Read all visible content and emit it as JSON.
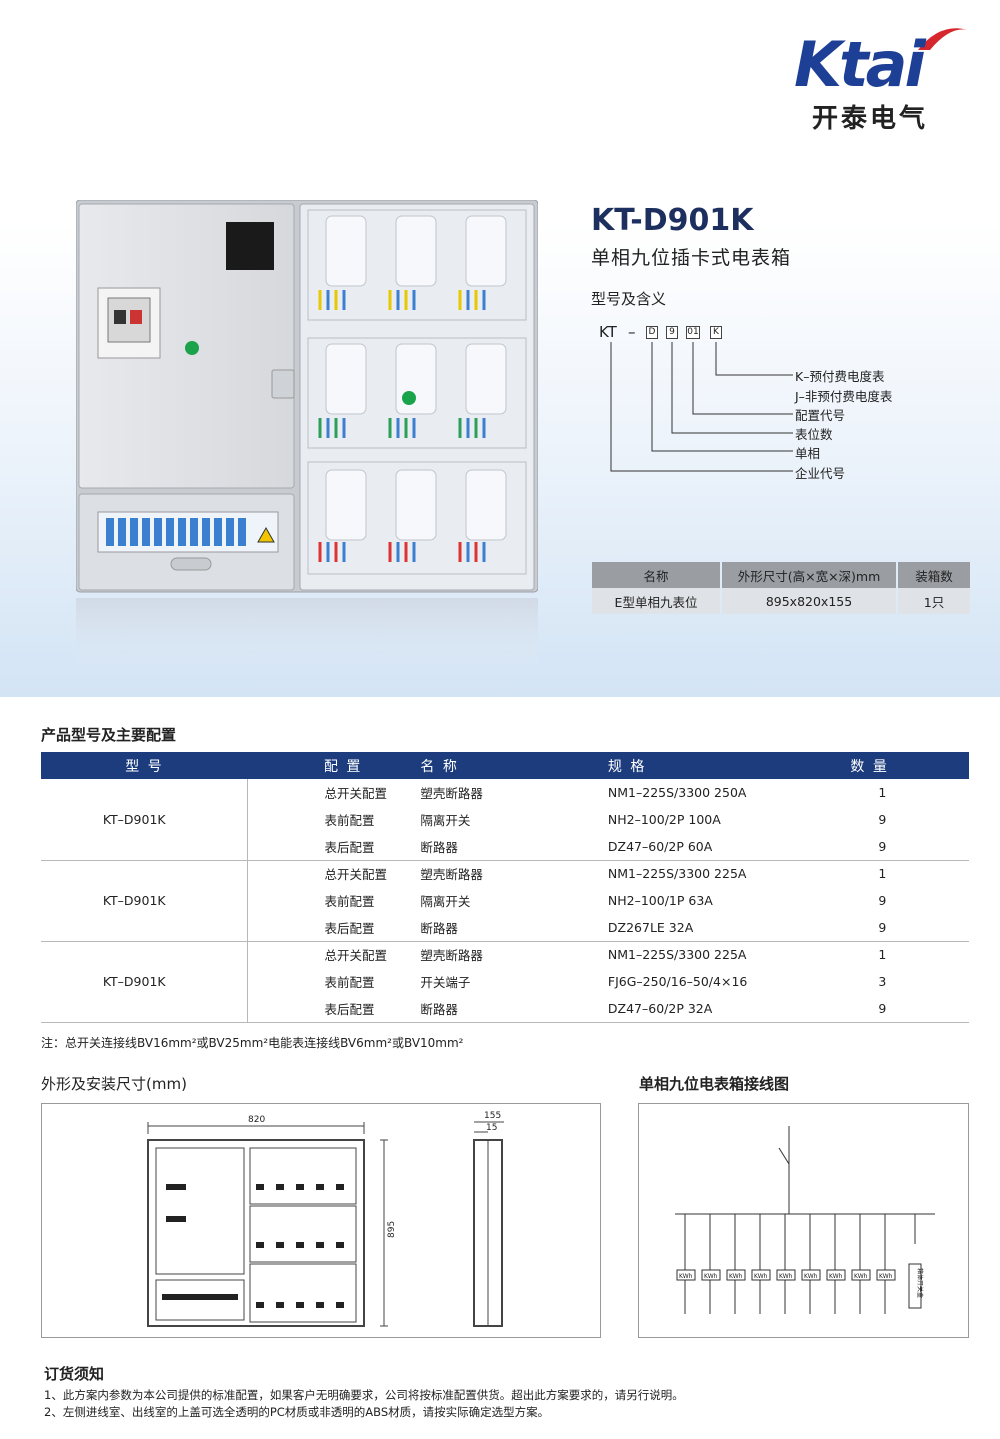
{
  "brand": {
    "logo_text": "Ktai",
    "name_cn": "开泰电气"
  },
  "product": {
    "model": "KT-D901K",
    "subtitle": "单相九位插卡式电表箱"
  },
  "meaning": {
    "title": "型号及含义",
    "code_prefix": "KT",
    "code_dash": "–",
    "code_boxes": [
      "D",
      "9",
      "01",
      "K"
    ],
    "labels": [
      "K–预付费电度表",
      "J–非预付费电度表",
      "配置代号",
      "表位数",
      "单相",
      "企业代号"
    ]
  },
  "spec_table": {
    "headers": [
      "名称",
      "外形尺寸(高×宽×深)mm",
      "装箱数"
    ],
    "row": [
      "E型单相九表位",
      "895x820x155",
      "1只"
    ]
  },
  "config": {
    "title": "产品型号及主要配置",
    "headers": [
      "型 号",
      "配 置",
      "名 称",
      "规 格",
      "数 量"
    ],
    "groups": [
      {
        "model": "KT–D901K",
        "rows": [
          [
            "总开关配置",
            "塑壳断路器",
            "NM1–225S/3300  250A",
            "1"
          ],
          [
            "表前配置",
            "隔离开关",
            "NH2–100/2P  100A",
            "9"
          ],
          [
            "表后配置",
            "断路器",
            "DZ47–60/2P  60A",
            "9"
          ]
        ]
      },
      {
        "model": "KT–D901K",
        "rows": [
          [
            "总开关配置",
            "塑壳断路器",
            "NM1–225S/3300  225A",
            "1"
          ],
          [
            "表前配置",
            "隔离开关",
            "NH2–100/1P  63A",
            "9"
          ],
          [
            "表后配置",
            "断路器",
            "DZ267LE  32A",
            "9"
          ]
        ]
      },
      {
        "model": "KT–D901K",
        "rows": [
          [
            "总开关配置",
            "塑壳断路器",
            "NM1–225S/3300  225A",
            "1"
          ],
          [
            "表前配置",
            "开关端子",
            "FJ6G–250/16–50/4×16",
            "3"
          ],
          [
            "表后配置",
            "断路器",
            "DZ47–60/2P  32A",
            "9"
          ]
        ]
      }
    ],
    "note": "注：总开关连接线BV16mm²或BV25mm²电能表连接线BV6mm²或BV10mm²"
  },
  "dimensions": {
    "title": "外形及安装尺寸(mm)",
    "width": "820",
    "height": "895",
    "depth": "155",
    "depth_inner": "15"
  },
  "wiring": {
    "title": "单相九位电表箱接线图",
    "meter_label": "KWh",
    "spare_label": "箱体开关盒"
  },
  "order": {
    "title": "订货须知",
    "lines": [
      "1、此方案内参数为本公司提供的标准配置，如果客户无明确要求，公司将按标准配置供货。超出此方案要求的，请另行说明。",
      "2、左侧进线室、出线室的上盖可选全透明的PC材质或非透明的ABS材质，请按实际确定选型方案。"
    ]
  },
  "colors": {
    "navy": "#1c3c7e",
    "logo_blue": "#1d3f96",
    "logo_red": "#d6272e"
  }
}
